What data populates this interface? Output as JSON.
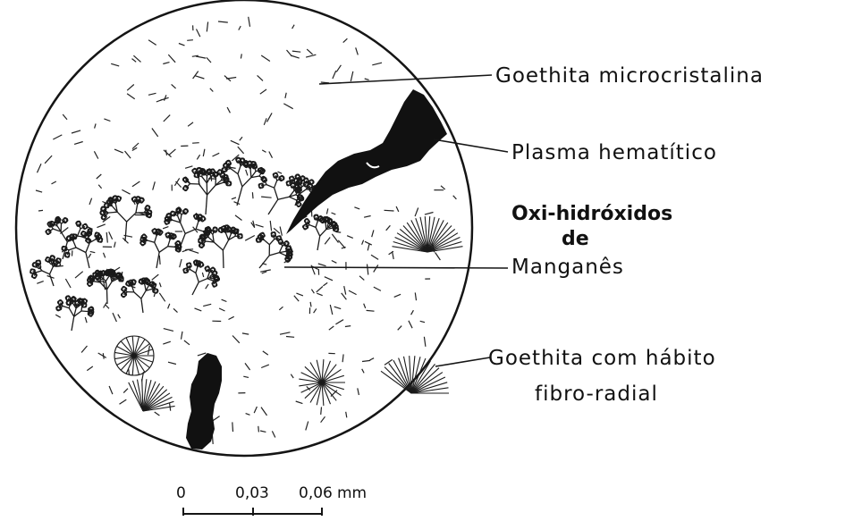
{
  "labels": {
    "goethita_micro": "Goethita microcristalina",
    "plasma": "Plasma hematítico",
    "oxi_line1": "Oxi-hidróxidos",
    "oxi_line2": "de",
    "oxi_line3": "Manganês",
    "fibro_line1": "Goethita com hábito",
    "fibro_line2": "fibro-radial"
  },
  "scale_bar": {
    "ticks": [
      "0",
      "0,03",
      "0,06"
    ],
    "unit": "mm"
  }
}
